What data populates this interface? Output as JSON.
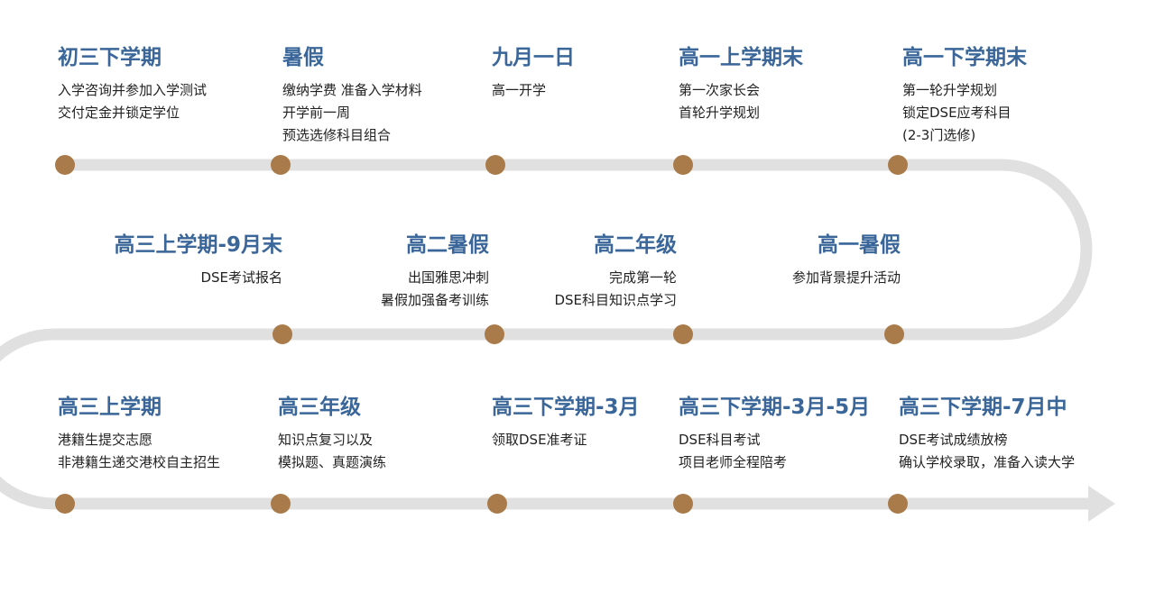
{
  "colors": {
    "title": "#3a6699",
    "node": "#a97b4a",
    "track": "#e0e0e0",
    "text": "#222222"
  },
  "row1": [
    {
      "title": "初三下学期",
      "lines": [
        "入学咨询并参加入学测试",
        "交付定金并锁定学位"
      ]
    },
    {
      "title": "暑假",
      "lines": [
        "缴纳学费 准备入学材料",
        "开学前一周",
        "预选选修科目组合"
      ]
    },
    {
      "title": "九月一日",
      "lines": [
        "高一开学"
      ]
    },
    {
      "title": "高一上学期末",
      "lines": [
        "第一次家长会",
        "首轮升学规划"
      ]
    },
    {
      "title": "高一下学期末",
      "lines": [
        "第一轮升学规划",
        "锁定DSE应考科目",
        "(2-3门选修)"
      ]
    }
  ],
  "row2": [
    {
      "title": "高三上学期-9月末",
      "lines": [
        "DSE考试报名"
      ]
    },
    {
      "title": "高二暑假",
      "lines": [
        "出国雅思冲刺",
        "暑假加强备考训练"
      ]
    },
    {
      "title": "高二年级",
      "lines": [
        "完成第一轮",
        "DSE科目知识点学习"
      ]
    },
    {
      "title": "高一暑假",
      "lines": [
        "参加背景提升活动"
      ]
    }
  ],
  "row3": [
    {
      "title": "高三上学期",
      "lines": [
        "港籍生提交志愿",
        "非港籍生递交港校自主招生"
      ]
    },
    {
      "title": "高三年级",
      "lines": [
        "知识点复习以及",
        "模拟题、真题演练"
      ]
    },
    {
      "title": "高三下学期-3月",
      "lines": [
        "领取DSE准考证"
      ]
    },
    {
      "title": "高三下学期-3月-5月",
      "lines": [
        "DSE科目考试",
        "项目老师全程陪考"
      ]
    },
    {
      "title": "高三下学期-7月中",
      "lines": [
        "DSE考试成绩放榜",
        "确认学校录取，准备入读大学"
      ]
    }
  ]
}
